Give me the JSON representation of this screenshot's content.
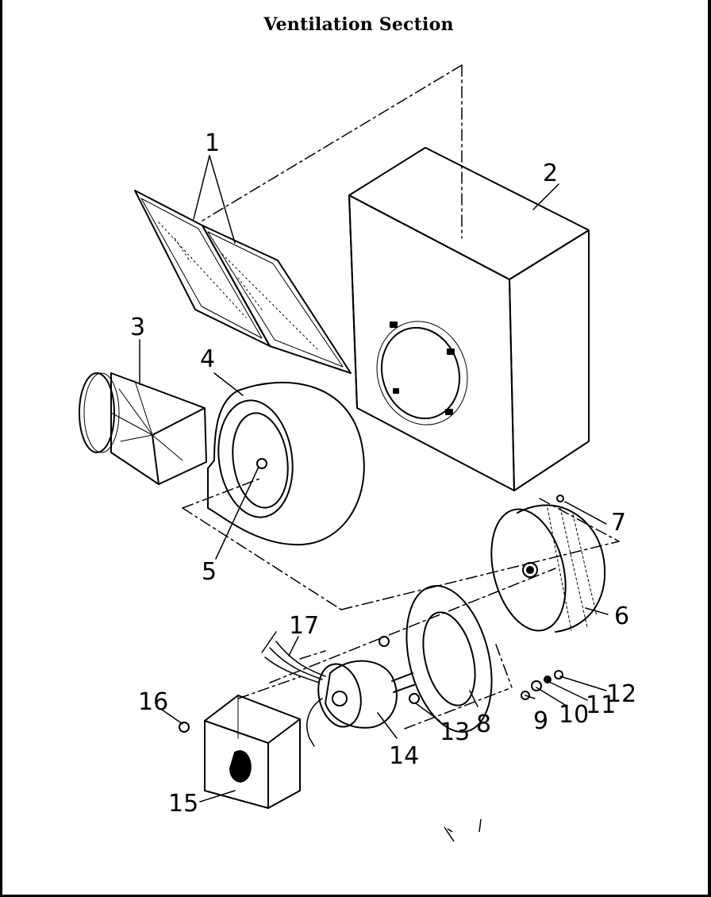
{
  "title": "Ventilation Section",
  "callouts": {
    "c1": "1",
    "c2": "2",
    "c3": "3",
    "c4": "4",
    "c5": "5",
    "c6": "6",
    "c7": "7",
    "c8": "8",
    "c9": "9",
    "c10": "10",
    "c11": "11",
    "c12": "12",
    "c13": "13",
    "c14": "14",
    "c15": "15",
    "c16": "16",
    "c17": "17"
  }
}
